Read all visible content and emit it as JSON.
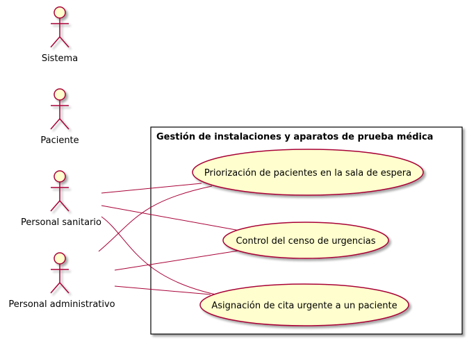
{
  "diagram": {
    "system_boundary": {
      "title": "Gestión de instalaciones y aparatos de prueba médica"
    },
    "actors": [
      {
        "id": "sistema",
        "label": "Sistema"
      },
      {
        "id": "paciente",
        "label": "Paciente"
      },
      {
        "id": "personal-sanitario",
        "label": "Personal sanitario"
      },
      {
        "id": "personal-administrativo",
        "label": "Personal administrativo"
      }
    ],
    "use_cases": [
      {
        "id": "priorizacion",
        "label": "Priorización de pacientes en la sala de espera"
      },
      {
        "id": "control-censo",
        "label": "Control del censo de urgencias"
      },
      {
        "id": "asignacion-cita",
        "label": "Asignación de cita urgente a un paciente"
      }
    ],
    "associations": [
      {
        "from": "personal-sanitario",
        "to": "priorizacion"
      },
      {
        "from": "personal-sanitario",
        "to": "control-censo"
      },
      {
        "from": "personal-sanitario",
        "to": "asignacion-cita"
      },
      {
        "from": "personal-administrativo",
        "to": "priorizacion"
      },
      {
        "from": "personal-administrativo",
        "to": "control-censo"
      },
      {
        "from": "personal-administrativo",
        "to": "asignacion-cita"
      }
    ],
    "colors": {
      "actor_fill": "#FEFECE",
      "stroke": "#A80036",
      "usecase_fill": "#FEFECE",
      "boundary_stroke": "#000000",
      "shadow": "#C9C9C9"
    }
  }
}
